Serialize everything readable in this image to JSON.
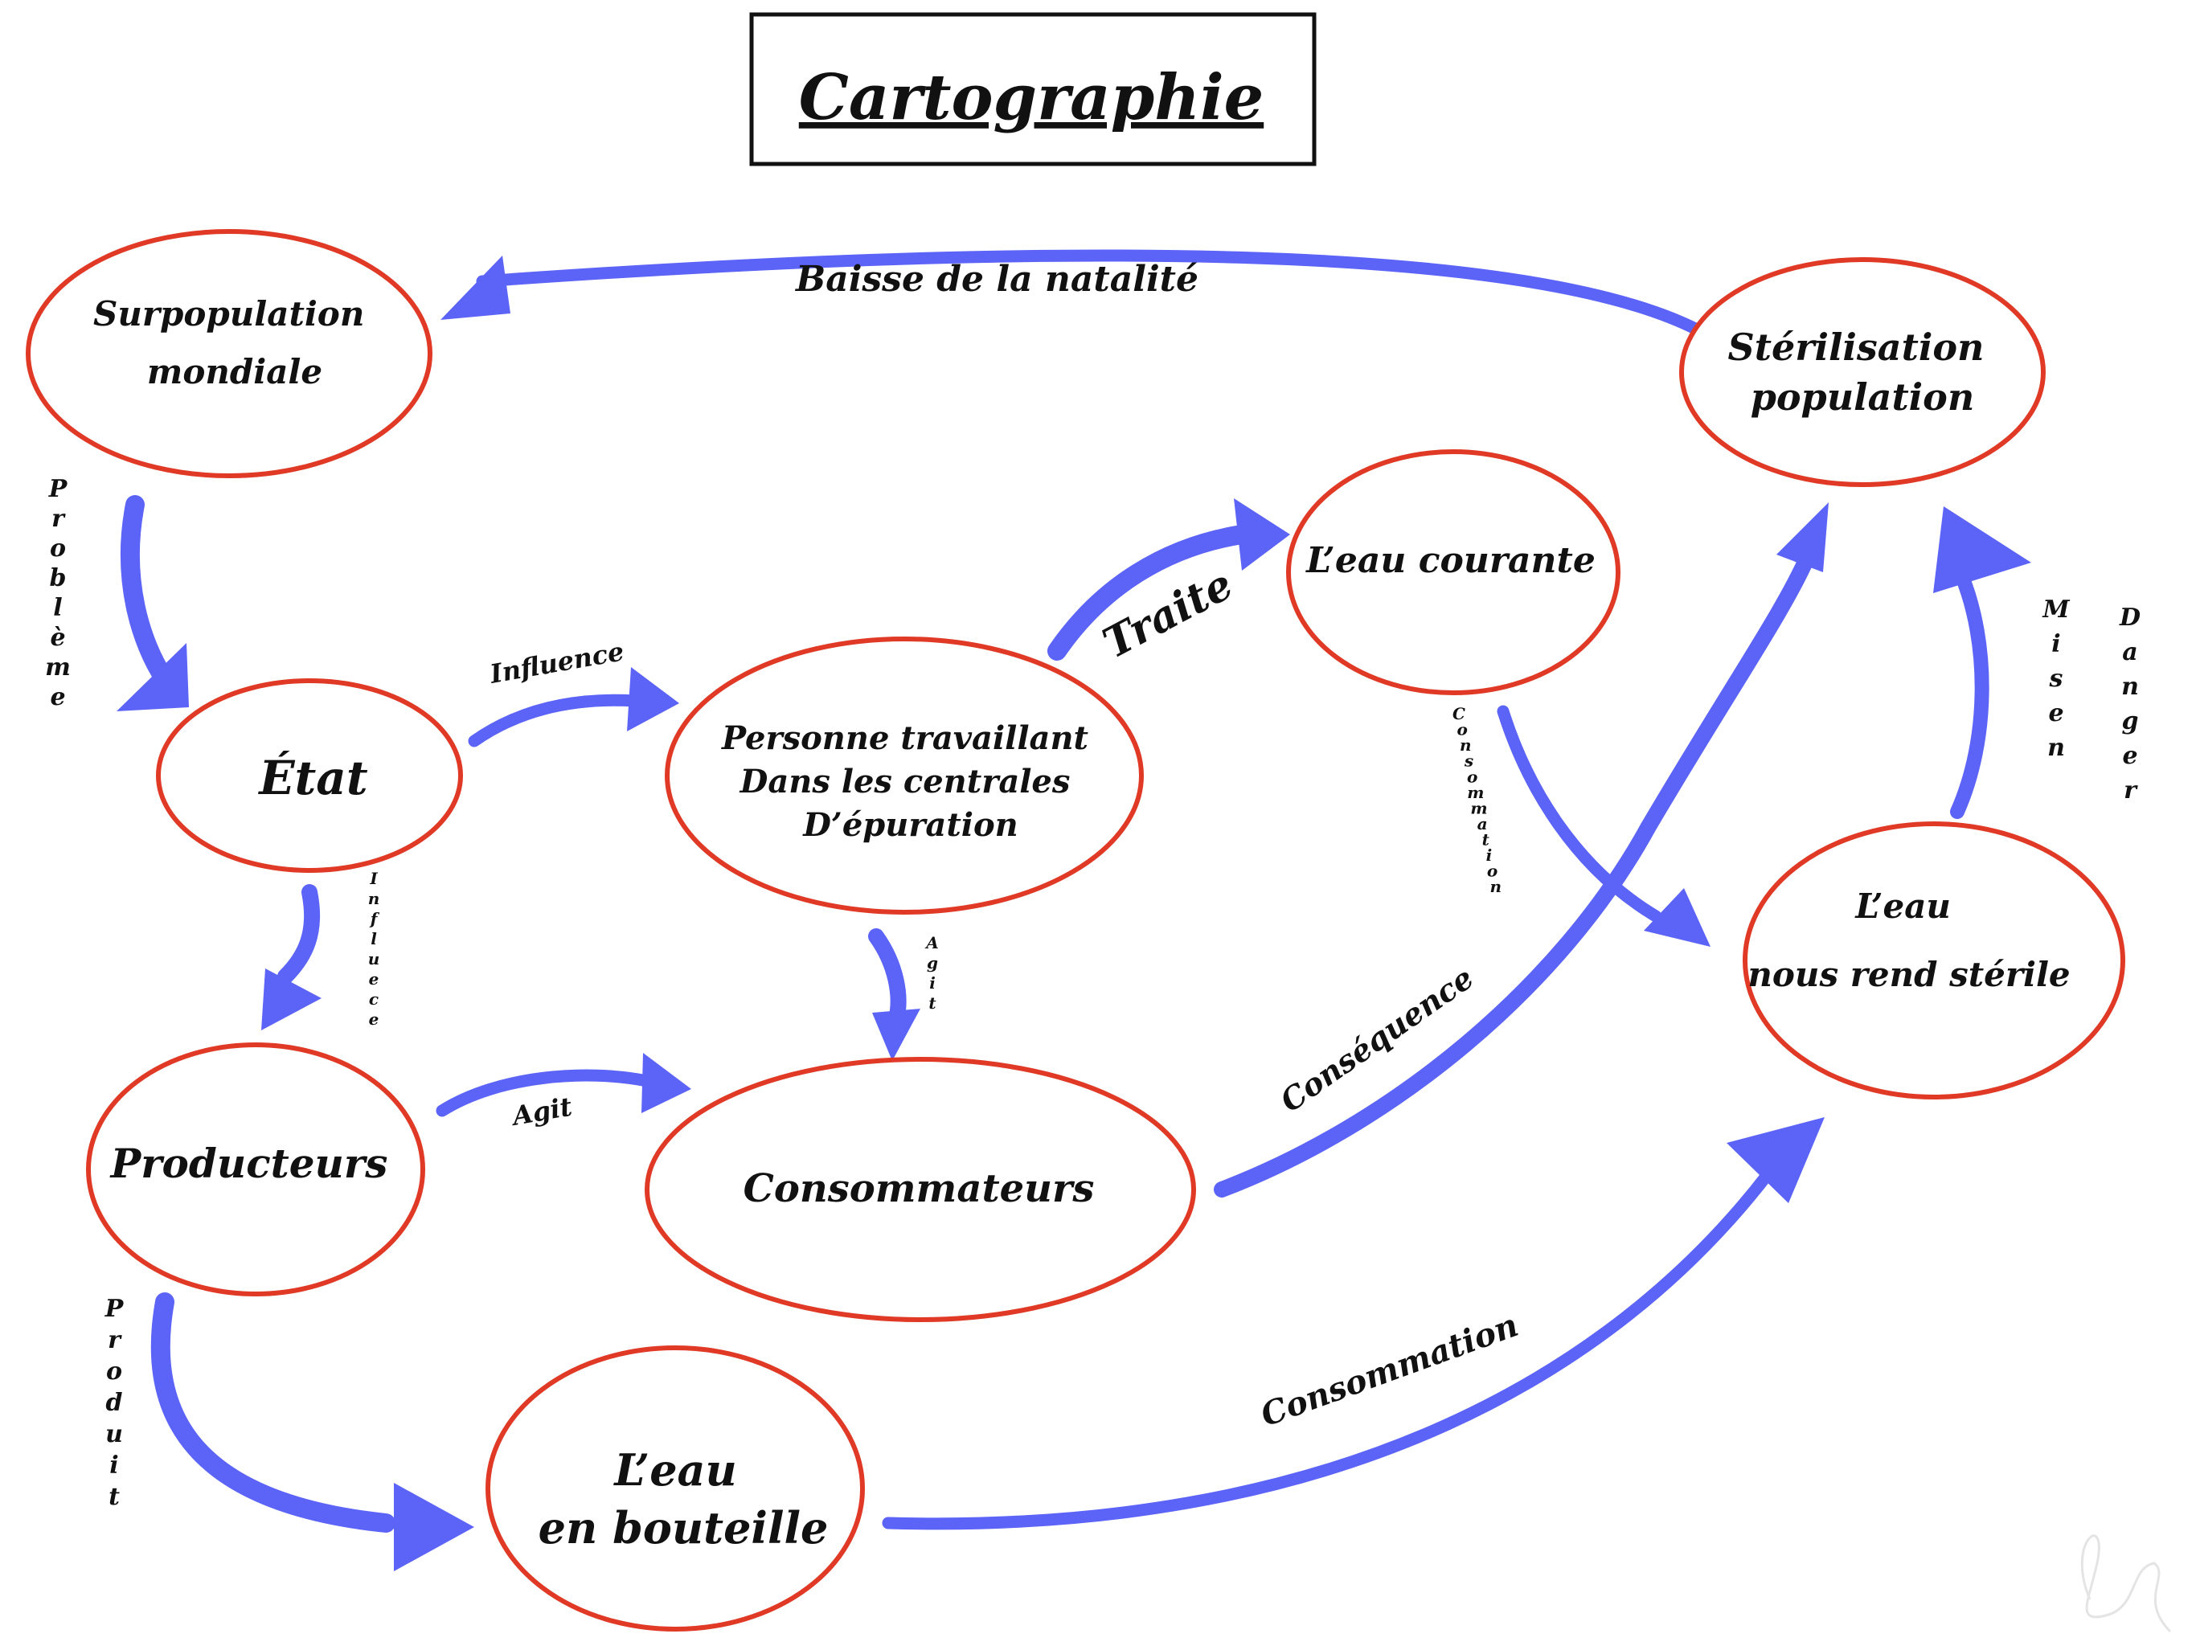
{
  "title": "Cartographie",
  "nodes": {
    "surpopulation": [
      "Surpopulation",
      "mondiale"
    ],
    "sterilisation": [
      "Stérilisation",
      "population"
    ],
    "etat": "État",
    "personne": [
      "Personne travaillant",
      "Dans les centrales",
      "D’épuration"
    ],
    "eau_courante": "L’eau courante",
    "eau_sterile": [
      "L’eau",
      "nous rend stérile"
    ],
    "producteurs": "Producteurs",
    "consommateurs": "Consommateurs",
    "eau_bouteille": [
      "L’eau",
      "en bouteille"
    ]
  },
  "edges": {
    "baisse": "Baisse de la natalité",
    "probleme": "Problème",
    "influence_top": "Influence",
    "influence_vertical": "Influece",
    "traite": "Traite",
    "agit_vertical": "Agit",
    "agit_horizontal": "Agit",
    "consommation_vertical": "Consommation",
    "consequence": "Conséquence",
    "mise_en": "Misen",
    "danger": "Danger",
    "produit": "Produit",
    "consommation_bottom": "Consommation"
  },
  "colors": {
    "arrow": "#5c63f7",
    "node_border": "#e03a26",
    "text": "#111111"
  }
}
